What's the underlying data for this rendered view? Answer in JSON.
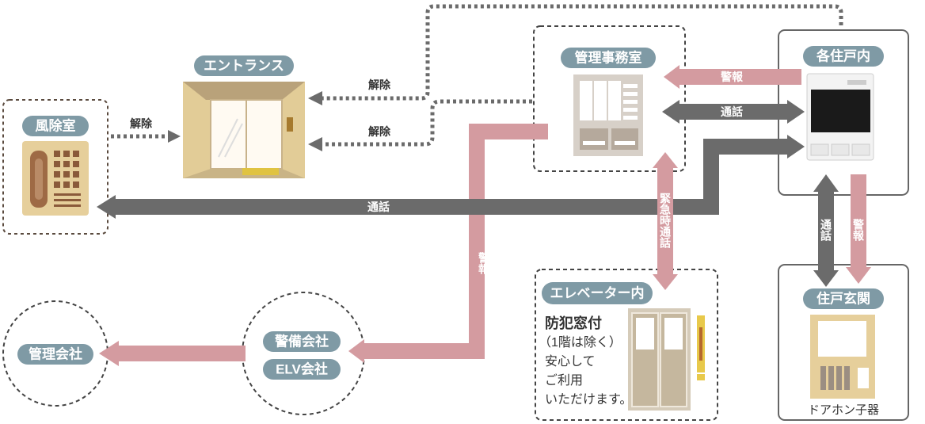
{
  "colors": {
    "pill": "#7f9aa5",
    "alert_arrow": "#d49ba0",
    "talk_arrow": "#6b6b6b",
    "dotted_line": "#6b6b6b",
    "white_text": "#ffffff"
  },
  "nodes": {
    "fujoshitsu": "風除室",
    "entrance": "エントランス",
    "kanri_jimusho": "管理事務室",
    "kakujuko": "各住戸内",
    "elevator": "エレベーター内",
    "jukogenkan": "住戸玄関",
    "kanri_kaisha": "管理会社",
    "keibi_kaisha": "警備会社",
    "elv_kaisha": "ELV会社"
  },
  "labels": {
    "unlock_fujoshitsu": "解除",
    "unlock_top": "解除",
    "unlock_bottom": "解除",
    "alarm_top": "警報",
    "talk_top": "通話",
    "talk_long": "通話",
    "emergency_talk": "緊急時通話",
    "alarm_center": "警報",
    "talk_vertical": "通話",
    "alarm_vertical": "警報"
  },
  "elevator_note": {
    "title": "防犯窓付",
    "line1": "（1階は除く）",
    "line2": "安心して",
    "line3": "ご利用",
    "line4": "いただけます。"
  },
  "door_phone_label": "ドアホン子器"
}
